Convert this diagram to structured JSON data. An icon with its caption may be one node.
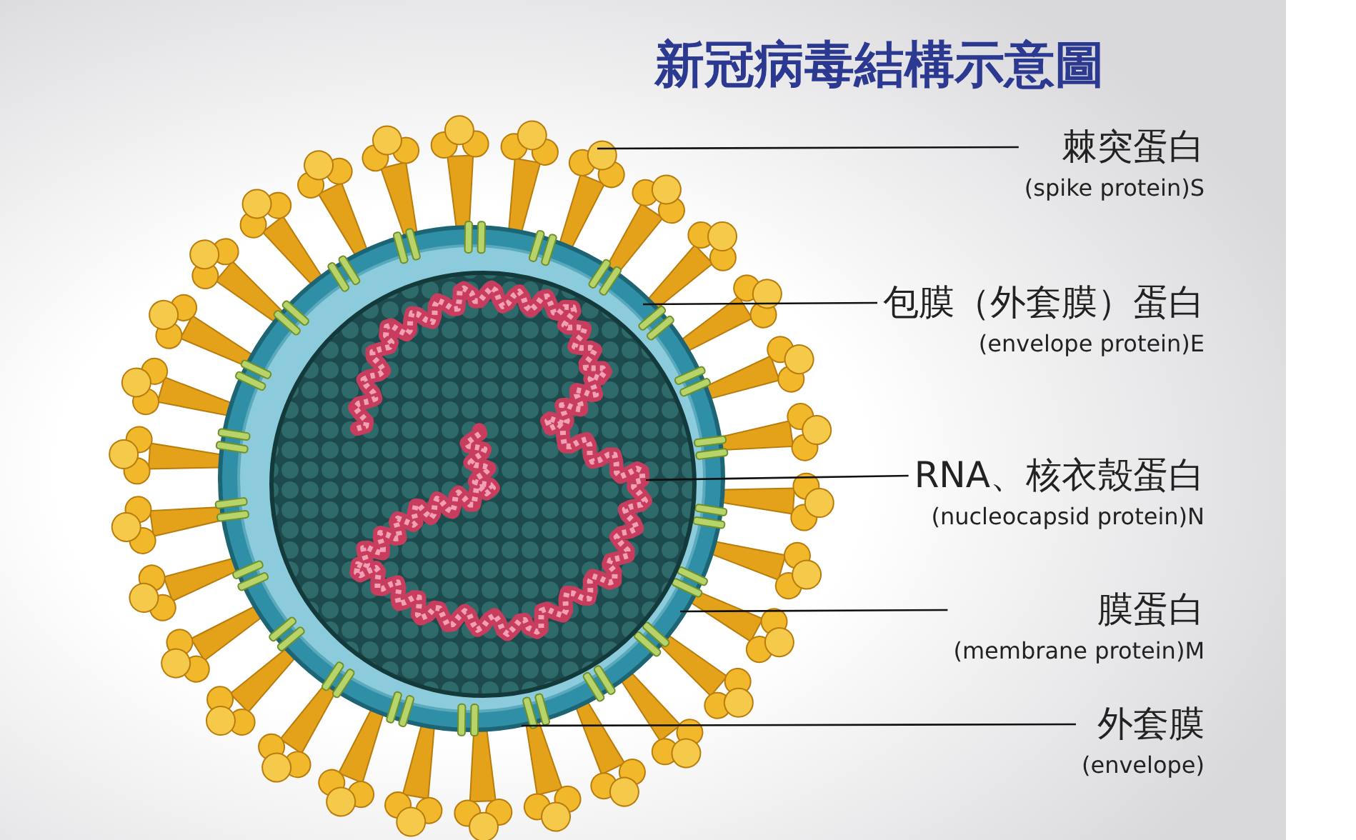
{
  "diagram": {
    "title": "新冠病毒結構示意圖",
    "nodes": [
      {
        "text": [
          "棘突蛋白",
          "(spike protein)S"
        ]
      },
      {
        "text": [
          "包膜（外套膜）蛋白",
          "(envelope protein)E"
        ]
      },
      {
        "text": [
          "RNA、核衣殼蛋白",
          "(nucleocapsid protein)N"
        ]
      },
      {
        "text": [
          "膜蛋白",
          "(membrane protein)M"
        ]
      },
      {
        "text": [
          "外套膜",
          "(envelope)"
        ]
      }
    ],
    "edges": [
      {
        "from": 0,
        "to": null,
        "arrow": "none"
      },
      {
        "from": 1,
        "to": null,
        "arrow": "none"
      },
      {
        "from": 2,
        "to": null,
        "arrow": "none"
      },
      {
        "from": 3,
        "to": null,
        "arrow": "none"
      },
      {
        "from": 4,
        "to": null,
        "arrow": "none"
      }
    ]
  }
}
